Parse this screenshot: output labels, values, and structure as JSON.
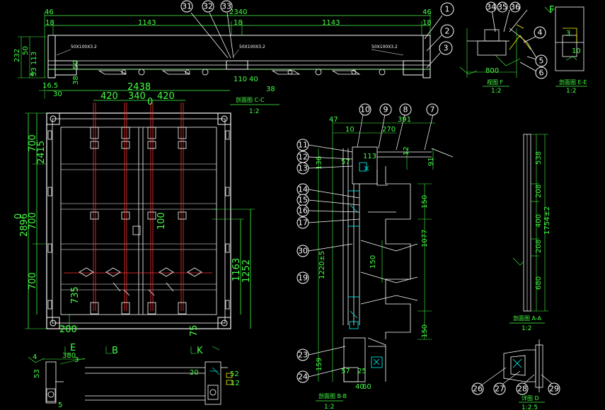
{
  "top_dims": [
    "46",
    "18",
    "1143",
    "2340",
    "18",
    "1143",
    "18",
    "46"
  ],
  "top_spec_labels": [
    "50X100X3.2",
    "50X100X3.2",
    "50X100X3.2"
  ],
  "top_left_dims": [
    "232",
    "50",
    "113",
    "53",
    "4",
    "16.5",
    "30",
    "50",
    "38",
    "110",
    "40"
  ],
  "section_cc": {
    "title": "剖面图 C-C",
    "scale": "1:2",
    "dim": "38"
  },
  "front": {
    "width_total": "2438",
    "width_parts": [
      "420",
      "340",
      "420"
    ],
    "height_total": "2896",
    "height_parts": [
      "700",
      "2415",
      "700",
      "700"
    ],
    "right_dims": [
      "1163",
      "1252"
    ],
    "misc_dims": [
      "0",
      "100",
      "735",
      "200",
      "75"
    ]
  },
  "section_bb": {
    "title": "剖面图 B-B",
    "scale": "1:2",
    "dims": [
      "47",
      "391",
      "10",
      "270",
      "113",
      "12",
      "91",
      "136",
      "57",
      "150",
      "1077",
      "1220±5",
      "150",
      "150",
      "159",
      "57",
      "40",
      "60",
      "25"
    ]
  },
  "section_ee": {
    "title": "剖面图 E-E",
    "scale": "1:2",
    "dims": [
      "3",
      "10"
    ]
  },
  "view_f": {
    "title": "视图 F",
    "scale": "1:2",
    "dims": [
      "800"
    ]
  },
  "section_aa": {
    "title": "剖面图 A-A",
    "scale": "1:2",
    "dims": [
      "538",
      "208",
      "400",
      "208",
      "680",
      "1754±2"
    ]
  },
  "detail_d": {
    "title": "详图 D",
    "scale": "1:2.5"
  },
  "bottom_left_dims": [
    "380",
    "3",
    "53",
    "5"
  ],
  "bottom_mid_dims": [
    "20",
    "52",
    "4",
    "12"
  ],
  "section_letters": [
    "E",
    "B",
    "K",
    "F"
  ],
  "balloons": {
    "top": [
      "31",
      "32",
      "33",
      "1",
      "2",
      "3",
      "4",
      "5",
      "6"
    ],
    "top_right": [
      "34",
      "35",
      "36"
    ],
    "bb": [
      "10",
      "9",
      "8",
      "7",
      "11",
      "12",
      "13",
      "14",
      "15",
      "16",
      "17",
      "30",
      "19",
      "23",
      "24"
    ],
    "bottom_right": [
      "26",
      "27",
      "28",
      "29"
    ]
  },
  "colors": {
    "background": "#000000",
    "dimension": "#44ff44",
    "outline": "#ffffff",
    "hidden": "#ff3333",
    "detail": "#00ffff",
    "accent": "#ffff00"
  }
}
